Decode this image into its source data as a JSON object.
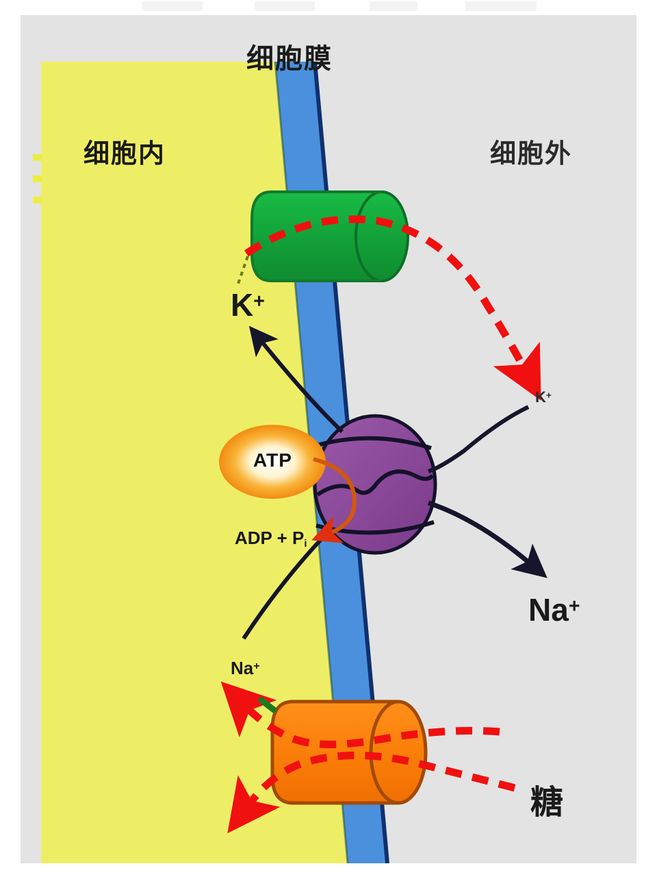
{
  "figure": {
    "title_label": "细胞膜",
    "region_labels": {
      "intracellular": "细胞内",
      "extracellular": "细胞外"
    },
    "molecule_labels": {
      "potassium_inside": "K",
      "potassium_inside_charge": "+",
      "potassium_outside": "K",
      "potassium_outside_charge": "+",
      "sodium_inside": "Na",
      "sodium_inside_charge": "+",
      "sodium_outside": "Na",
      "sodium_outside_charge": "+",
      "atp": "ATP",
      "adp": "ADP + P",
      "adp_subscript": "i",
      "sugar": "糖"
    },
    "colors": {
      "background": "#e3e3e3",
      "cytoplasm": "#eeee66",
      "membrane": "#4a90dd",
      "membrane_outline": "#123a78",
      "potassium_channel": "#14a83c",
      "pump": "#8b4a9c",
      "sugar_transporter": "#fa8010",
      "atp_glow": "#f6a623",
      "diffusion_arrow": "#f01010",
      "active_transport_arrow": "#1a1a2e"
    },
    "structures": [
      {
        "name": "potassium-channel",
        "shape": "cylinder",
        "color": "#14a83c"
      },
      {
        "name": "sodium-potassium-pump",
        "shape": "oval",
        "color": "#8b4a9c"
      },
      {
        "name": "sugar-cotransporter",
        "shape": "cylinder",
        "color": "#fa8010"
      },
      {
        "name": "atp-molecule",
        "shape": "glow-oval",
        "color": "#f6a623"
      }
    ],
    "edge_ticks": [
      225,
      256,
      287
    ]
  }
}
